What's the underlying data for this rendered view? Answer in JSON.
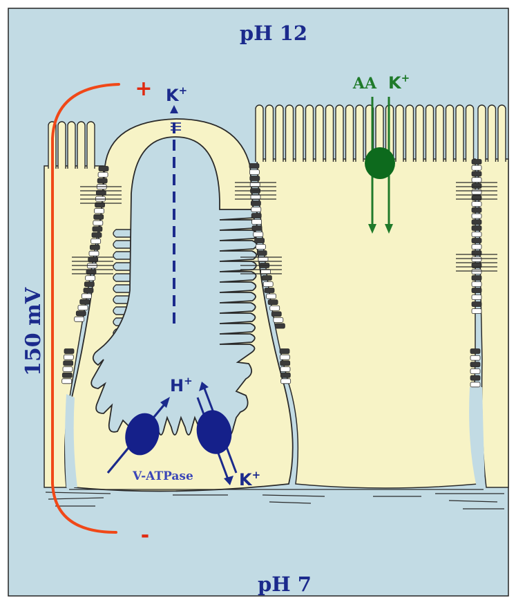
{
  "labels": {
    "top_ph": "pH 12",
    "bottom_ph": "pH 7",
    "voltage": "150 mV",
    "plus": "+",
    "minus": "-",
    "k_apical": "K",
    "k_sup": "+",
    "aa": "AA",
    "k_green": "K",
    "k_green_sup": "+",
    "h": "H",
    "h_sup": "+",
    "k_basal": "K",
    "k_basal_sup": "+",
    "v_atpase": "V-ATPase"
  },
  "colors": {
    "background": "#c2dbe4",
    "cytoplasm": "#f7f3c6",
    "membrane": "#2a2a2a",
    "navy": "#1b2a8c",
    "pump_blue": "#15208a",
    "green": "#1f7a2a",
    "green_dark": "#0d6a1d",
    "red": "#e02a10",
    "orange_bracket": "#f04818"
  }
}
